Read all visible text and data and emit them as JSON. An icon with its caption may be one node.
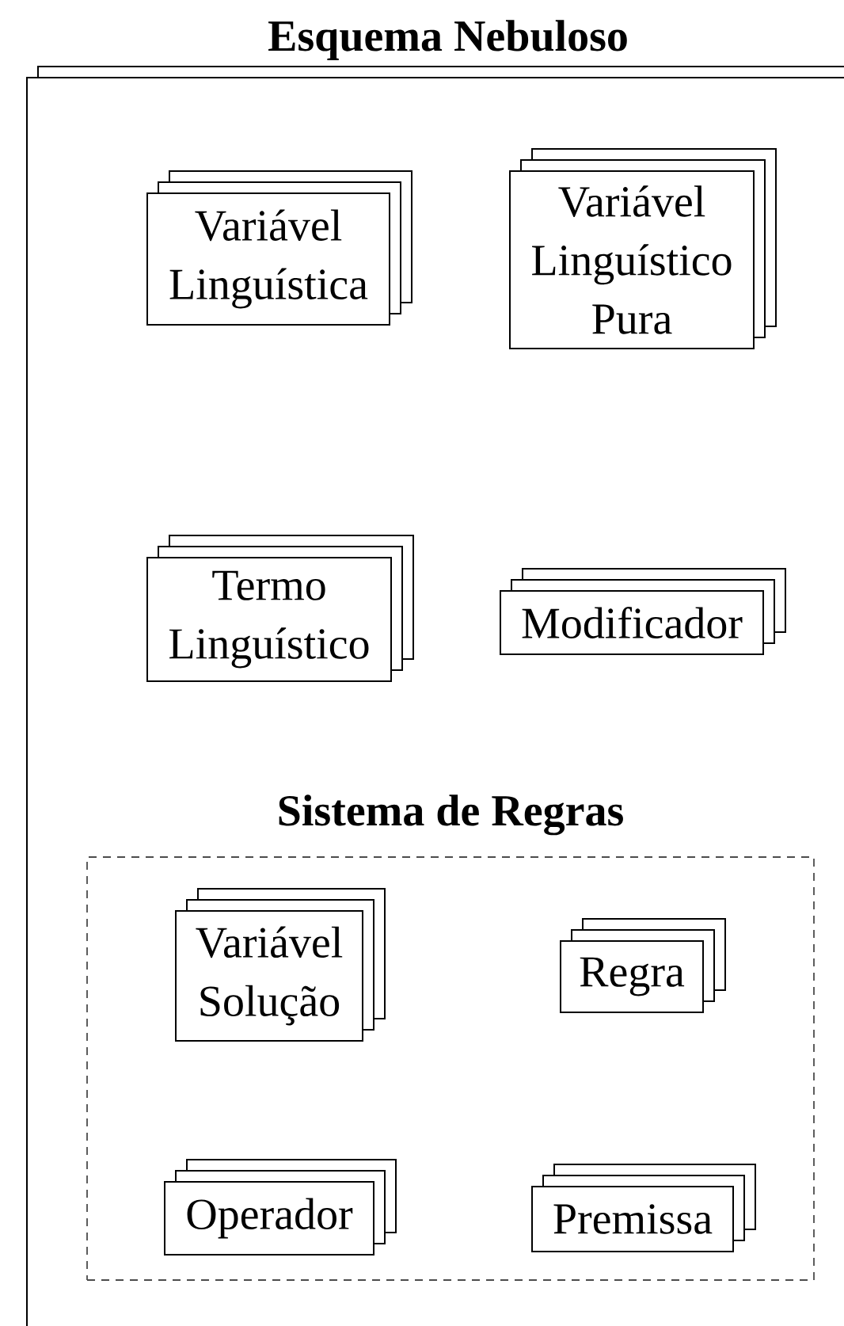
{
  "diagram": {
    "nodes": [
      {
        "text": [
          "Esquema Nebuloso"
        ]
      },
      {
        "text": [
          "Variável Linguística"
        ],
        "in": 0
      },
      {
        "text": [
          "Variável Linguístico Pura"
        ],
        "in": 0
      },
      {
        "text": [
          "Termo Linguístico"
        ],
        "in": 0
      },
      {
        "text": [
          "Modificador"
        ],
        "in": 0
      },
      {
        "text": [
          "Sistema de Regras"
        ],
        "in": 0
      },
      {
        "text": [
          "Variável Solução"
        ],
        "in": 5
      },
      {
        "text": [
          "Regra"
        ],
        "in": 5
      },
      {
        "text": [
          "Operador"
        ],
        "in": 5
      },
      {
        "text": [
          "Premissa"
        ],
        "in": 5
      }
    ]
  }
}
